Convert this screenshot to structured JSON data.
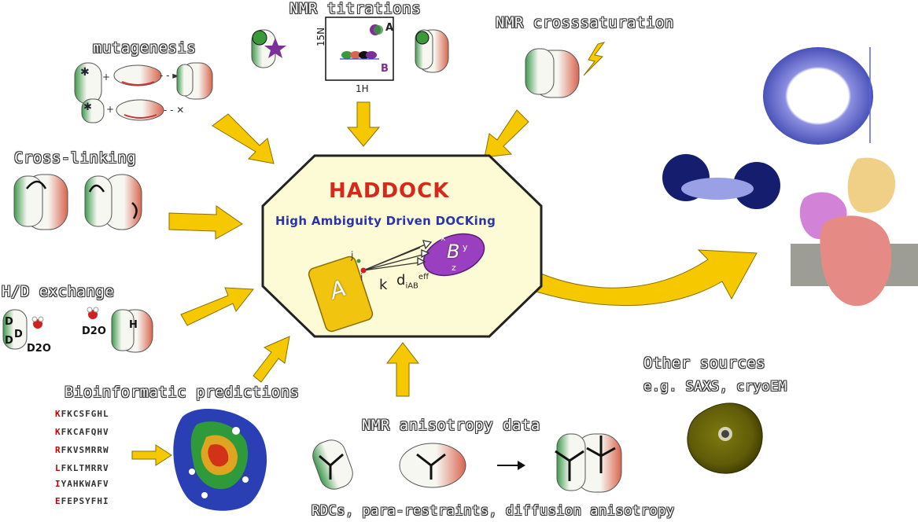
{
  "center": {
    "title": "HADDOCK",
    "subtitle": "High Ambiguity Driven DOCKing",
    "mol_a": "A",
    "mol_b": "B",
    "label_i": "i",
    "label_j": "j",
    "label_k": "k",
    "label_d": "d",
    "label_d_sub": "iAB",
    "label_d_sup": "eff",
    "label_x": "x",
    "label_y": "y",
    "label_z": "z"
  },
  "sources": {
    "mutagenesis": "mutagenesis",
    "nmr_titrations": "NMR titrations",
    "nmr_crosssaturation": "NMR crosssaturation",
    "cross_linking": "Cross-linking",
    "hd_exchange": "H/D exchange",
    "bioinformatic": "Bioinformatic predictions",
    "nmr_anisotropy": "NMR anisotropy data",
    "anisotropy_caption": "RDCs, para-restraints, diffusion anisotropy",
    "other_sources": "Other sources",
    "other_examples": "e.g. SAXS, cryoEM"
  },
  "nmr_titration_plot": {
    "y_axis": "15N",
    "x_axis": "1H",
    "mol_a": "A",
    "mol_b": "B"
  },
  "hd_labels": {
    "d": "D",
    "h": "H",
    "d2o": "D2O"
  },
  "sequences": [
    {
      "first": "K",
      "rest": "FKCSFGHL"
    },
    {
      "first": "K",
      "rest": "FKCAFQHV"
    },
    {
      "first": "R",
      "rest": "FKVSMRRW"
    },
    {
      "first": "L",
      "rest": "FKLTMRRV"
    },
    {
      "first": "I",
      "rest": "YAHKWAFV"
    },
    {
      "first": "E",
      "rest": "FEPSYFHI"
    }
  ],
  "colors": {
    "arrow": "#f5c800",
    "octagon_fill": "#fdfbd5",
    "title_red": "#d42a1c",
    "subtitle_blue": "#2b35a8",
    "mol_a_fill": "#f1c40f",
    "mol_b_fill": "#9b3fc1",
    "membrane": "#9d9d95"
  }
}
